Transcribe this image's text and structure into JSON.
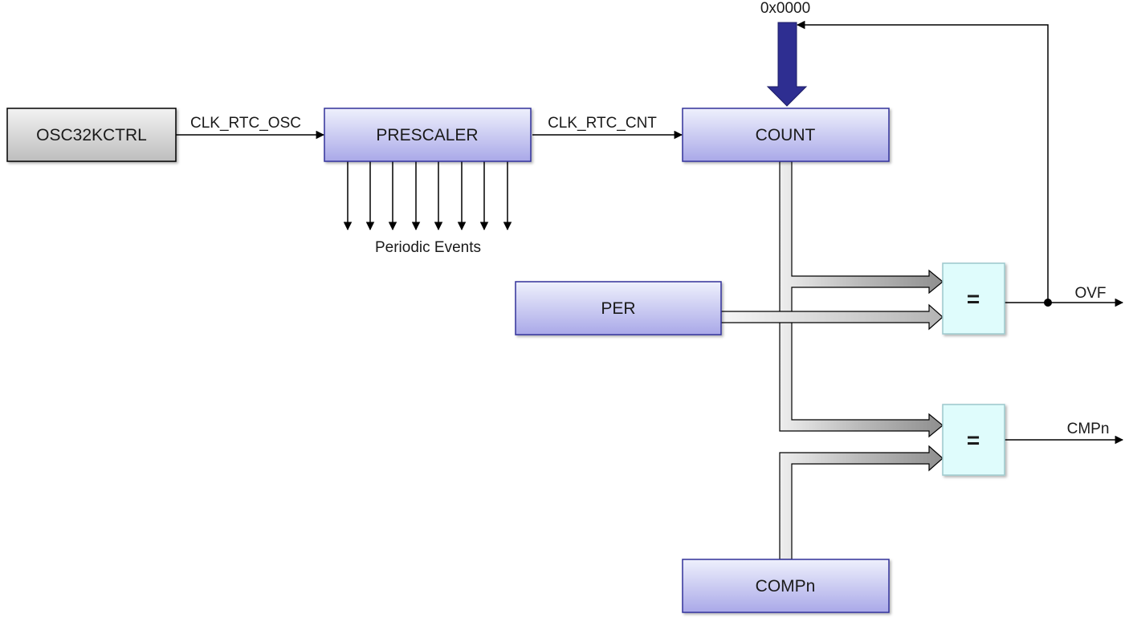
{
  "blocks": {
    "osc": "OSC32KCTRL",
    "prescaler": "PRESCALER",
    "count": "COUNT",
    "per": "PER",
    "compn": "COMPn"
  },
  "signals": {
    "clk_rtc_osc": "CLK_RTC_OSC",
    "clk_rtc_cnt": "CLK_RTC_CNT",
    "reset_value": "0x0000",
    "periodic_events": "Periodic Events",
    "ovf": "OVF",
    "cmpn": "CMPn"
  },
  "comparators": {
    "ovf_symbol": "=",
    "cmp_symbol": "="
  },
  "colors": {
    "block_fill_top": "#eef0fc",
    "block_fill_bottom": "#a9a8e8",
    "block_stroke": "#33339a",
    "osc_fill_top": "#f2f2f2",
    "osc_fill_bottom": "#bdbdbd",
    "comparator_fill": "#dffcfc",
    "reset_arrow": "#2e2e91",
    "bus_fill": "#c4c4c4"
  }
}
